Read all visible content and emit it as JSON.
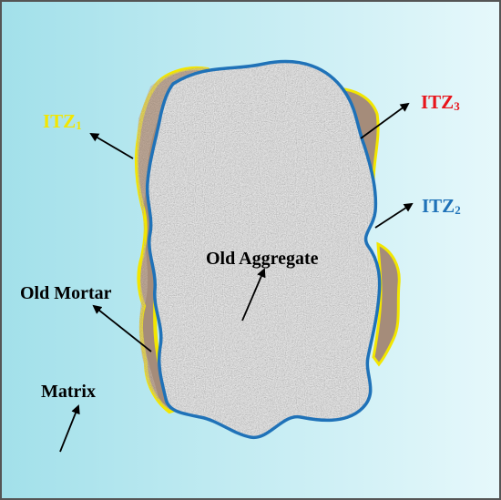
{
  "labels": {
    "itz1": {
      "text": "ITZ",
      "sub": "1",
      "color": "#f2e600"
    },
    "itz2": {
      "text": "ITZ",
      "sub": "2",
      "color": "#1f72b8"
    },
    "itz3": {
      "text": "ITZ",
      "sub": "3",
      "color": "#e8141b"
    },
    "old_aggregate": {
      "text": "Old Aggregate",
      "color": "#000000"
    },
    "old_mortar": {
      "text": "Old Mortar",
      "color": "#000000"
    },
    "matrix": {
      "text": "Matrix",
      "color": "#000000"
    }
  },
  "colors": {
    "matrix_left": "#a2e0ea",
    "matrix_right": "#e6f8fb",
    "frame": "#555555",
    "mortar": "#a58c7a",
    "mortar_dark": "#6e5a4c",
    "itz1_outline": "#f2e600",
    "aggregate": "#9a9a9a",
    "aggregate_dark": "#4a4a4a",
    "aggregate_light": "#e4e4e4",
    "itz2_outline": "#1f72b8",
    "arrow": "#000000"
  }
}
